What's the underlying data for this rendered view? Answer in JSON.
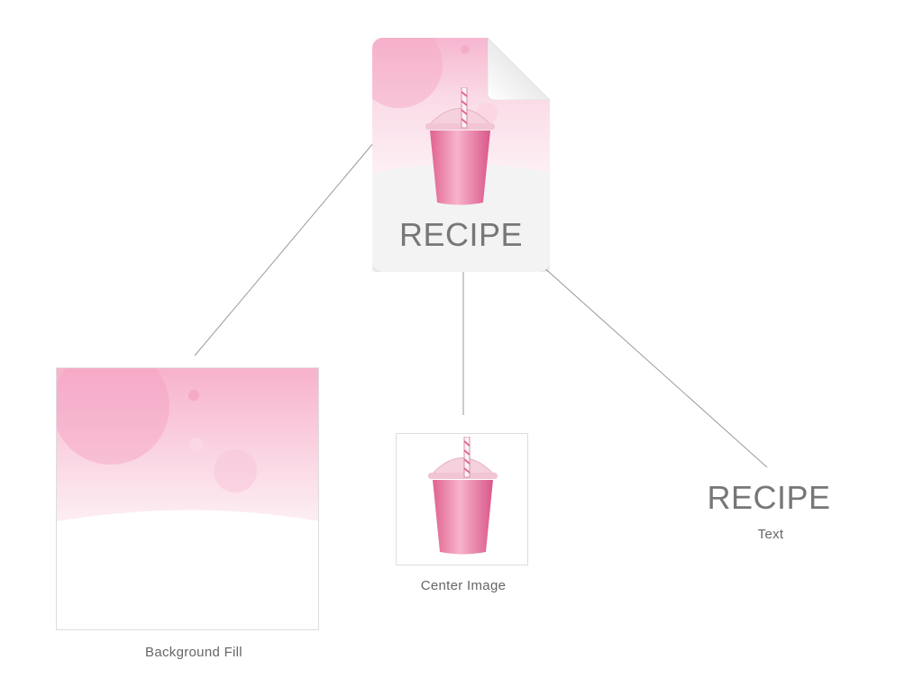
{
  "document_icon": {
    "label": "RECIPE"
  },
  "layers": [
    {
      "caption": "Background Fill"
    },
    {
      "caption": "Center Image"
    },
    {
      "caption": "Text",
      "preview": "RECIPE"
    }
  ],
  "colors": {
    "pink_light": "#f9c4d8",
    "pink_mid": "#f29ab9",
    "pink_deep": "#e8769e",
    "text_gray": "#777777",
    "connector": "#999999"
  }
}
